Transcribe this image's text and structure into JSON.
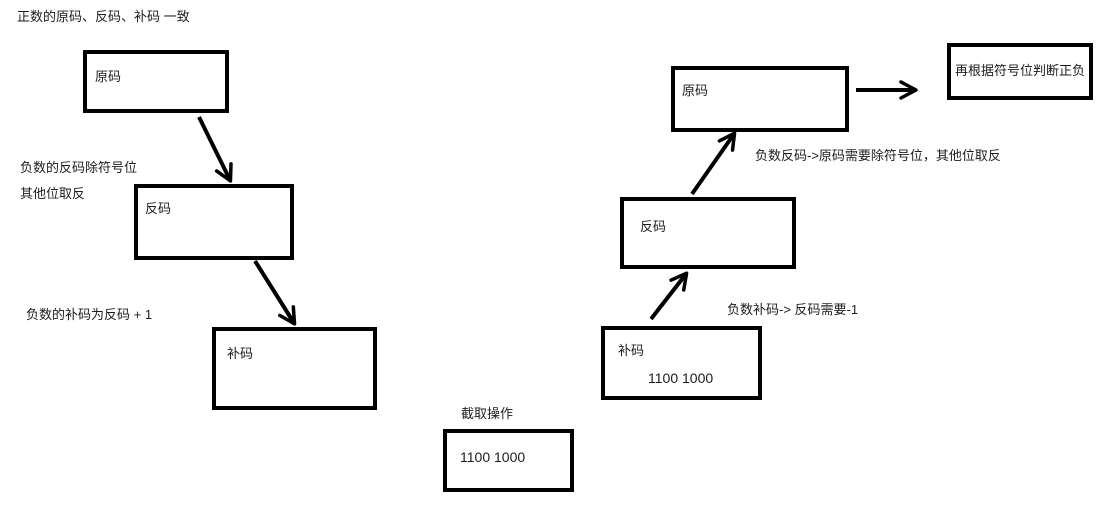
{
  "canvas": {
    "background": "#ffffff",
    "ink": "#000000",
    "text_color": "#1c1c1c"
  },
  "notes": {
    "positive_rule": "正数的原码、反码、补码 一致",
    "negative_inverse_rule_line1": "负数的反码除符号位",
    "negative_inverse_rule_line2": "其他位取反",
    "negative_complement_rule": "负数的补码为反码 + 1",
    "truncate_label": "截取操作",
    "complement_to_inverse_rule": "负数补码-> 反码需要-1",
    "inverse_to_original_rule": "负数反码->原码需要除符号位，其他位取反"
  },
  "boxes": {
    "left_original": {
      "label": "原码"
    },
    "left_inverse": {
      "label": "反码"
    },
    "left_complement": {
      "label": "补码"
    },
    "truncate_result": {
      "value": "1100 1000"
    },
    "right_complement": {
      "label": "补码",
      "value": "1100 1000"
    },
    "right_inverse": {
      "label": "反码"
    },
    "right_original": {
      "label": "原码"
    },
    "sign_check": {
      "label": "再根据符号位判断正负"
    }
  },
  "arrows": [
    {
      "from": "left_original",
      "to": "left_inverse"
    },
    {
      "from": "left_inverse",
      "to": "left_complement"
    },
    {
      "from": "right_complement",
      "to": "right_inverse"
    },
    {
      "from": "right_inverse",
      "to": "right_original"
    },
    {
      "from": "right_original",
      "to": "sign_check"
    }
  ]
}
